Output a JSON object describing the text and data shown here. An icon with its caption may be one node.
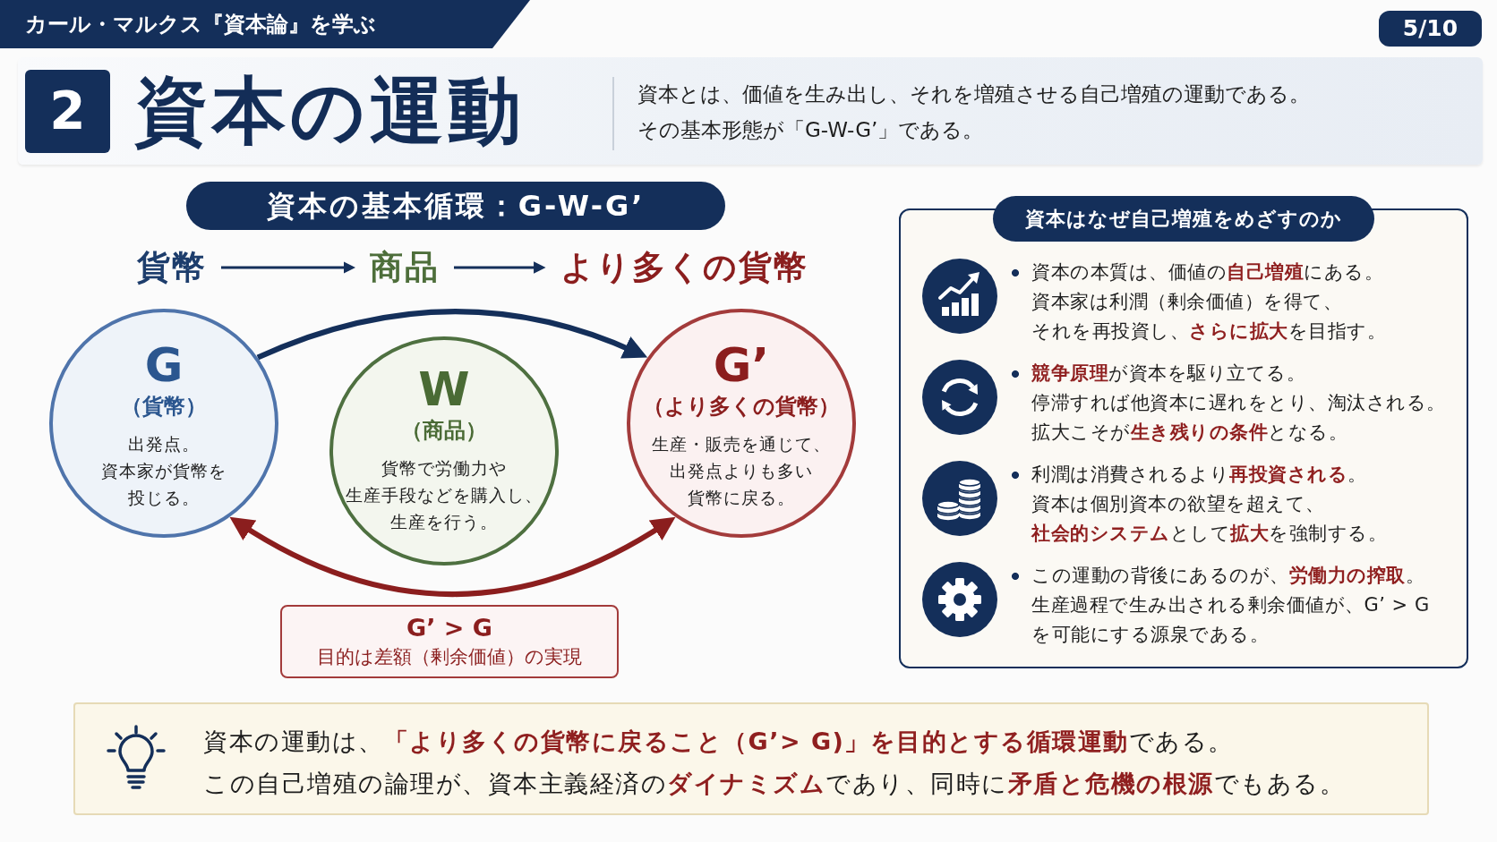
{
  "diagram": {
    "title": "資本の運動",
    "nodes": [
      {
        "text": [
          "カール・マルクス『資本論』を学ぶ"
        ]
      },
      {
        "text": [
          "5/10"
        ]
      },
      {
        "text": [
          "2"
        ]
      },
      {
        "text": [
          "資本の基本循環：G-W-G’"
        ]
      },
      {
        "text": [
          "貨幣"
        ]
      },
      {
        "text": [
          "商品"
        ]
      },
      {
        "text": [
          "より多くの貨幣"
        ]
      },
      {
        "text": [
          "G",
          "（貨幣）",
          "出発点。資本家が貨幣を投じる。"
        ]
      },
      {
        "text": [
          "W",
          "（商品）",
          "貨幣で労働力や生産手段などを購入し、生産を行う。"
        ]
      },
      {
        "text": [
          "G’",
          "（より多くの貨幣）",
          "生産・販売を通じて、出発点よりも多い貨幣に戻る。"
        ]
      },
      {
        "text": [
          "G’ > G",
          "目的は差額（剰余価値）の実現"
        ]
      },
      {
        "text": [
          "資本はなぜ自己増殖をめざすのか",
          "資本の本質は、価値の**自己増殖**にある。資本家は利潤（剰余価値）を得て、それを再投資し、**さらに拡大**を目指す。",
          "**競争原理**が資本を駆り立てる。停滞すれば他資本に遅れをとり、淘汰される。拡大こそが**生き残りの条件**となる。",
          "利潤は消費されるより**再投資される**。資本は個別資本の欲望を超えて、**社会的システム**として**拡大**を強制する。",
          "この運動の背後にあるのが、**労働力の搾取**。生産過程で生み出される剰余価値が、G’ > G を可能にする源泉である。"
        ]
      },
      {
        "text": [
          "資本の運動は、**「より多くの貨幣に戻ること（G’> G)」を目的とする循環運動**である。",
          "この自己増殖の論理が、資本主義経済の**ダイナミズム**であり、同時に**矛盾と危機の根源**でもある。"
        ]
      }
    ],
    "edges": [
      {
        "from": 4,
        "to": 5,
        "arrow": "to"
      },
      {
        "from": 5,
        "to": 6,
        "arrow": "to"
      },
      {
        "from": 7,
        "to": 9,
        "arrow": "to",
        "style": "thick"
      },
      {
        "from": 9,
        "to": 7,
        "arrow": "both",
        "style": "thick",
        "color": "#8b1e1e"
      }
    ],
    "labels": [
      "資本とは、価値を生み出し、それを増殖させる自己増殖の運動である。",
      "その基本形態が「G-W-G’」である。"
    ]
  }
}
